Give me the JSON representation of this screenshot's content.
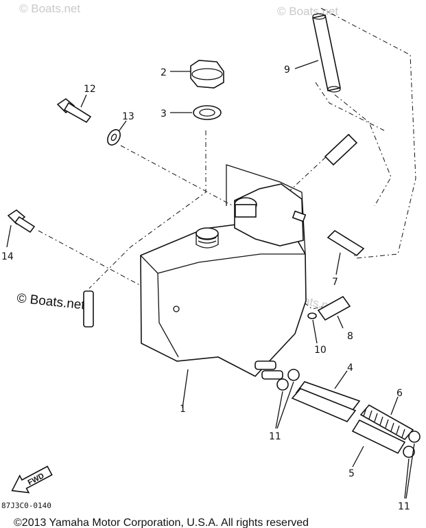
{
  "watermarks": {
    "top_left": "© Boats.net",
    "top_right": "© Boats.net",
    "middle_left": "© Boats.net",
    "middle_right": "© Boats.net"
  },
  "callouts": {
    "c1": "1",
    "c2": "2",
    "c3": "3",
    "c4": "4",
    "c5": "5",
    "c6": "6",
    "c7": "7",
    "c8": "8",
    "c9": "9",
    "c10": "10",
    "c11a": "11",
    "c11b": "11",
    "c12": "12",
    "c13": "13",
    "c14": "14"
  },
  "fwd_label": "FWD",
  "part_code": "87J3C0-0140",
  "copyright": "©2013 Yamaha Motor Corporation, U.S.A. All rights reserved"
}
